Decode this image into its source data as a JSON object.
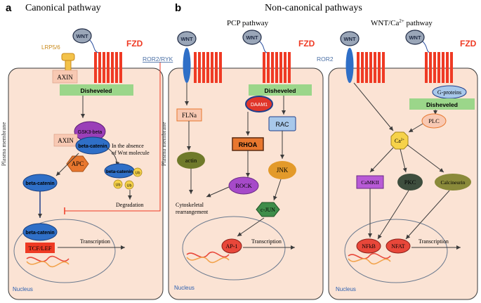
{
  "panel_a": {
    "letter": "a",
    "title": "Canonical pathway",
    "wnt": "WNT",
    "fzd": "FZD",
    "lrp": "LRP5/6",
    "membrane": "Plasma membrane",
    "axin_top": "AXIN",
    "disheveled": "Disheveled",
    "gsk3": "GSK3-beta",
    "axin_mid": "AXIN",
    "beta_catenin": "beta-catenin",
    "absence_line1": "In the absence",
    "absence_line2": "of Wnt molecule",
    "apc": "APC",
    "ub": "Ub",
    "degradation": "Degradation",
    "tcf": "TCF/LEF",
    "transcription": "Transcription",
    "nucleus": "Nucleus"
  },
  "receptors": {
    "ror_ryk": "ROR2/RYK",
    "ror2": "ROR2"
  },
  "panel_b": {
    "letter": "b",
    "title": "Non-canonical pathways",
    "pcp": {
      "title": "PCP pathway",
      "wnt": "WNT",
      "fzd": "FZD",
      "membrane": "Plasma membrane",
      "flna": "FLNa",
      "daam1": "DAAM1",
      "disheveled": "Disheveled",
      "rhoa": "RHOA",
      "rac": "RAC",
      "actin": "actin",
      "jnk": "JNK",
      "rock": "ROCK",
      "cyto_line1": "Cytoskeletal",
      "cyto_line2": "rearrangement",
      "cjun": "c-JUN",
      "ap1": "AP-1",
      "transcription": "Transcription",
      "nucleus": "Nucleus"
    },
    "ca": {
      "title_main": "WNT/Ca",
      "title_sup": "2+",
      "title_tail": " pathway",
      "wnt": "WNT",
      "fzd": "FZD",
      "gproteins": "G-proteins",
      "disheveled": "Disheveled",
      "plc": "PLC",
      "ca_main": "Ca",
      "ca_sup": "2+",
      "camkii": "CaMKII",
      "pkc": "PKC",
      "calcineurin": "Calcineurin",
      "nfkb": "NFkB",
      "nfat": "NFAT",
      "transcription": "Transcription",
      "nucleus": "Nucleus"
    }
  },
  "colors": {
    "cell_fill": "#fbe3d4",
    "fzd_red": "#ef3a24",
    "disheveled_green": "#9bd68a",
    "wnt_gray": "#9aa6b8",
    "beta_catenin_blue": "#2f6fc7",
    "gsk_purple": "#9a3fb8",
    "apc_orange": "#e8772e",
    "ub_yellow": "#f6d24a",
    "ror_blue": "#2f6fc7",
    "pink_box": "#f8c9b3",
    "orange_box": "#e8772e",
    "blue_box": "#a8c8ea",
    "olive": "#6f7a2a",
    "jnk_orange": "#e39a2a",
    "rock_purple": "#a64ac9",
    "cjun_green": "#3f8d4a",
    "pkc_dark": "#3e4e3e",
    "calcineurin_olive": "#8a8a3a",
    "camkii_purple": "#b85ad6",
    "nucleus_red": "#e8473a"
  }
}
